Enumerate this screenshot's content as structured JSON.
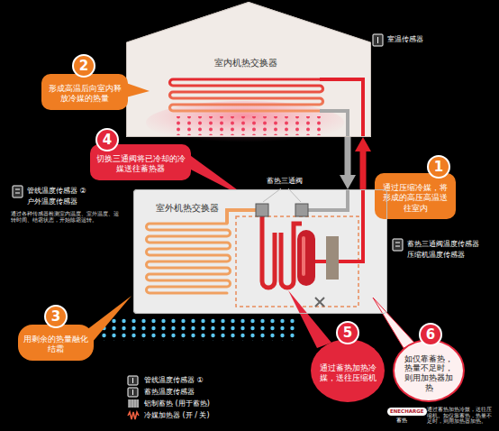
{
  "diagram": {
    "nodes": [
      {
        "text": [
          "室内机热交换器"
        ]
      },
      {
        "text": [
          "2",
          "形成高温后向室内释放冷媒的热量"
        ]
      },
      {
        "text": [
          "4",
          "切换三通阀将已冷却的冷媒送往蓄热器"
        ]
      },
      {
        "text": [
          "1",
          "通过压缩冷媒，将形成的高压高温送往室内"
        ]
      },
      {
        "text": [
          "室外机热交换器"
        ]
      },
      {
        "text": [
          "3",
          "用剩余的热量融化结霜"
        ]
      },
      {
        "text": [
          "5",
          "通过蓄热加热冷媒，送往压缩机"
        ]
      },
      {
        "text": [
          "6",
          "如仅靠蓄热，热量不足时，则用加热器加热"
        ]
      }
    ],
    "edges": [
      {
        "from": 4,
        "to": 0,
        "arrow": "to"
      },
      {
        "from": 0,
        "to": 4,
        "arrow": "to"
      }
    ],
    "labels": [
      "室温传感器",
      "蓄热三通阀",
      "管线温度传感器 ②",
      "户外温度传感器",
      "通过各种传感器检测室内温度、室外温度、运转时间、结霜状态，开始除霜运转。",
      "蓄热三通阀温度传感器",
      "压缩机温度传感器",
      "管线温度传感器 ①",
      "蓄热温度传感器",
      "铝制蓄热 (用于蓄热)",
      "冷媒加热器 (开 / 关)",
      "ENECHARGE",
      "蓄热",
      "通过蓄热加热冷媒，送往压缩机。如仅靠蓄热，热量不足时，则用加热器加热。"
    ]
  }
}
